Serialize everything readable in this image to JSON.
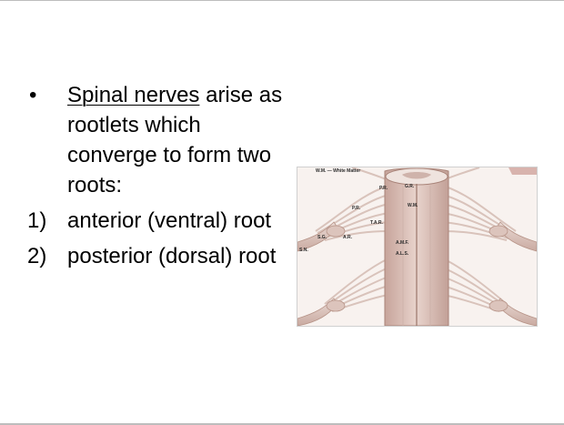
{
  "slide": {
    "bullet_symbol": "•",
    "bullet_text_underlined": "Spinal nerves",
    "bullet_text_rest": " arise as rootlets which converge to form two roots:",
    "items": [
      {
        "marker": "1)",
        "text": "anterior (ventral) root"
      },
      {
        "marker": "2)",
        "text": "posterior (dorsal) root"
      }
    ]
  },
  "figure": {
    "labels": {
      "wm_title": "W.M. — White Matter",
      "wm": "W.M.",
      "gr": "G.R.",
      "pr": "P.R.",
      "pr2": "P.R.",
      "ar": "A.R.",
      "sg": "S.G.",
      "sn": "S.N.",
      "tar": "T.A.R.",
      "amf": "A.M.F.",
      "als": "A.L.S."
    }
  }
}
